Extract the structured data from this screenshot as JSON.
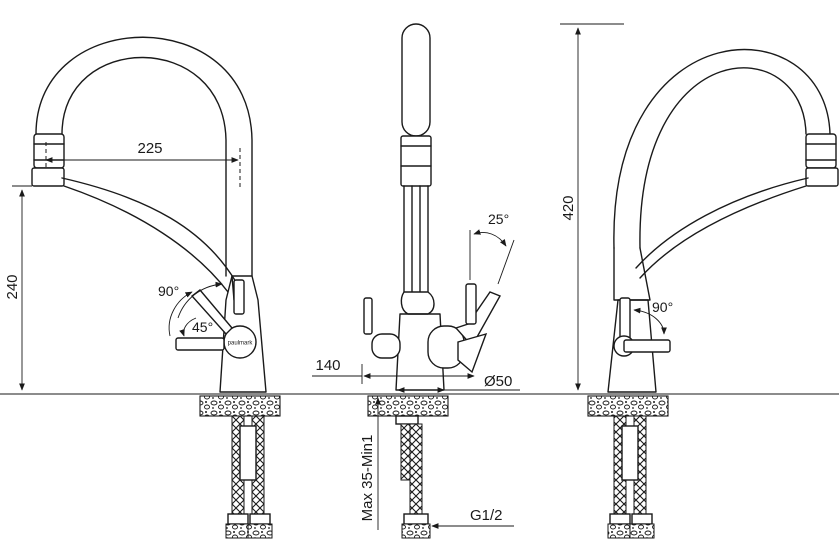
{
  "dimensions": {
    "reach": "225",
    "spout_height": "240",
    "total_height": "420",
    "depth": "140",
    "base_diameter": "Ø50",
    "countertop_thickness": "Max 35-Min1",
    "connection_thread": "G1/2"
  },
  "angles": {
    "lever_up": "90°",
    "lever_side": "45°",
    "side_view_tilt": "25°",
    "right_view_swivel": "90°"
  },
  "brand_mark": "paulmark"
}
